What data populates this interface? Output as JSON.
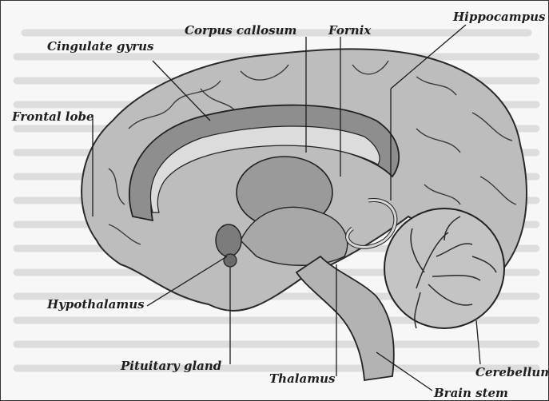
{
  "labels": {
    "hippocampus": "Hippocampus",
    "corpus_callosum": "Corpus callosum",
    "fornix": "Fornix",
    "cingulate_gyrus": "Cingulate gyrus",
    "frontal_lobe": "Frontal lobe",
    "hypothalamus": "Hypothalamus",
    "pituitary_gland": "Pituitary gland",
    "thalamus": "Thalamus",
    "cerebellum": "Cerebellum",
    "brain_stem": "Brain stem"
  }
}
